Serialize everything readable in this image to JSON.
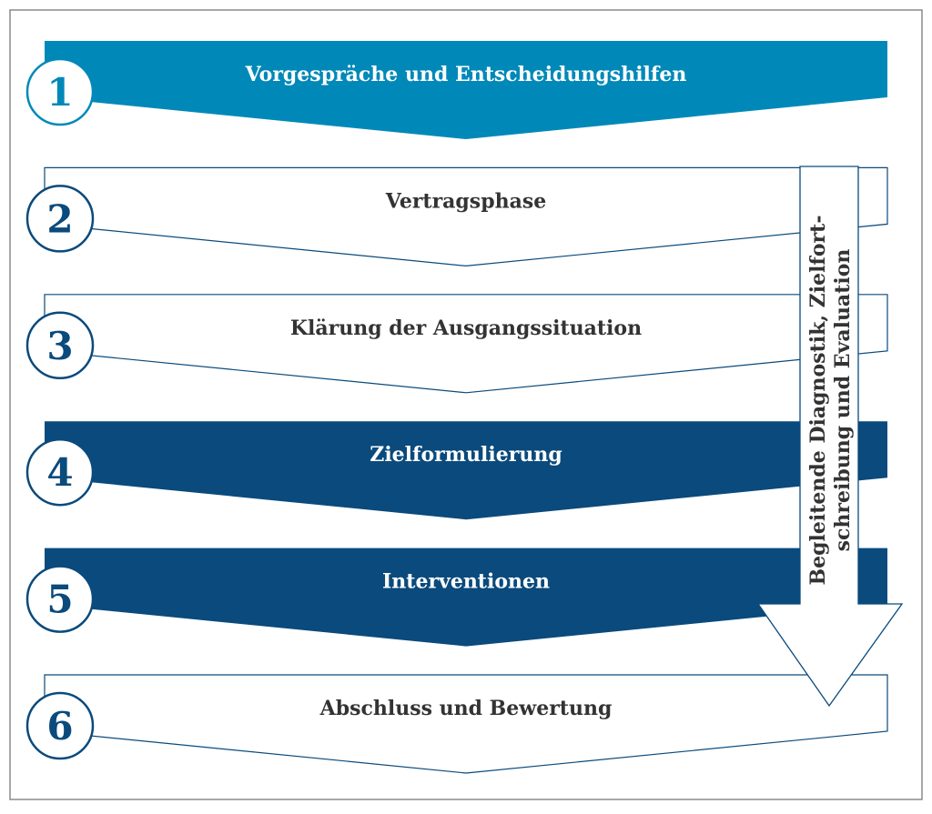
{
  "diagram": {
    "colors": {
      "frame": "#8a8a8a",
      "light_blue": "#0089b8",
      "dark_blue": "#0a4a7c",
      "outline": "#0a4a7c",
      "text_dark": "#333333",
      "text_light": "#ffffff"
    },
    "steps": [
      {
        "number": "1",
        "label": "Vorgespräche und Entscheidungshilfen",
        "style": "light-blue"
      },
      {
        "number": "2",
        "label": "Vertragsphase",
        "style": "outline"
      },
      {
        "number": "3",
        "label": "Klärung der Ausgangssituation",
        "style": "outline"
      },
      {
        "number": "4",
        "label": "Zielformulierung",
        "style": "dark-blue"
      },
      {
        "number": "5",
        "label": "Interventionen",
        "style": "dark-blue"
      },
      {
        "number": "6",
        "label": "Abschluss und Bewertung",
        "style": "outline"
      }
    ],
    "side_arrow": {
      "line1": "Begleitende Diagnostik, Zielfort-",
      "line2": "schreibung und Evaluation"
    }
  }
}
